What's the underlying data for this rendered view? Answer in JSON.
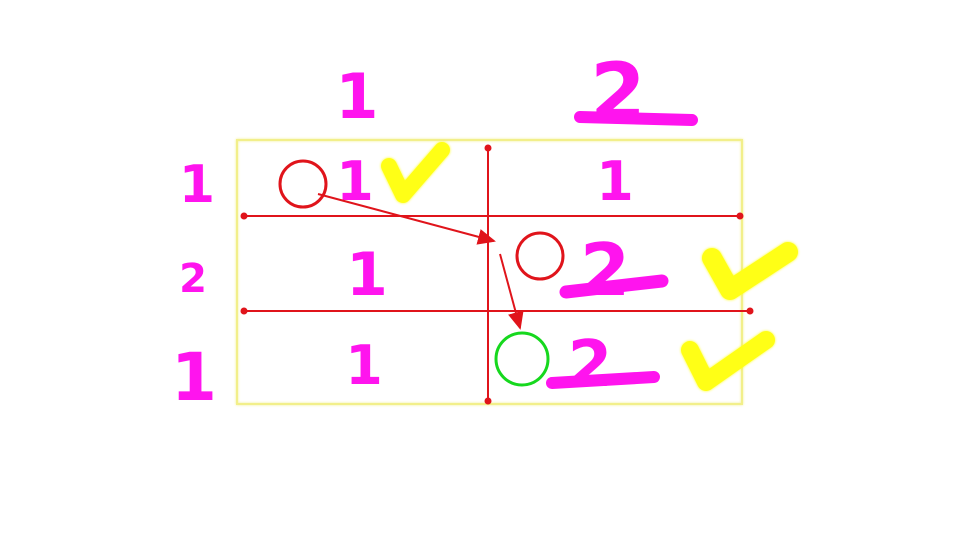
{
  "colors": {
    "background": "#ffffff",
    "table_border": "#f2ef8a",
    "grid_line": "#e0141b",
    "handwriting": "#ff14ee",
    "check": "#ffff18",
    "circle_red": "#e0141b",
    "circle_green": "#16d81e"
  },
  "column_headers": [
    "1",
    "2"
  ],
  "row_headers": [
    "1",
    "2",
    "1"
  ],
  "cells": [
    [
      "1",
      "1"
    ],
    [
      "1",
      "2"
    ],
    [
      "1",
      "2"
    ]
  ],
  "icons": {
    "circle_markers": [
      "red-circle",
      "red-circle",
      "green-circle"
    ],
    "checkmarks": [
      "check-icon",
      "check-icon",
      "check-icon"
    ],
    "arrows": [
      "arrow-icon",
      "arrow-icon"
    ]
  }
}
